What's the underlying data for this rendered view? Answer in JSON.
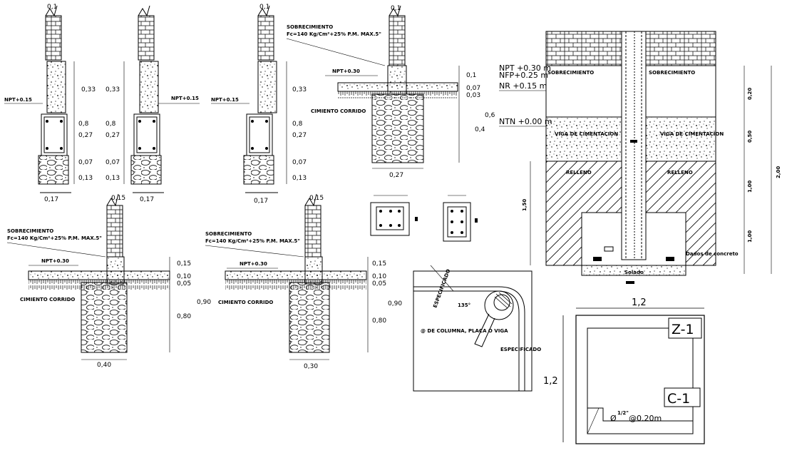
{
  "columns": [
    {
      "top": "0,1",
      "npt": "NPT+0.15",
      "dims": [
        "0,33",
        "0,8",
        "0,27",
        "0,07",
        "0,13"
      ],
      "width": "0,17"
    },
    {
      "top": "",
      "npt": "NPT+0.15",
      "dims": [
        "0,33",
        "0,8",
        "0,27",
        "0,07",
        "0,13"
      ],
      "width": "0,17"
    },
    {
      "top": "0,1",
      "npt": "NPT+0.15",
      "dims": [
        "0,33",
        "0,8",
        "0,27",
        "0,07",
        "0,13"
      ],
      "width": "0,17"
    }
  ],
  "footing_top": {
    "top": "0,1",
    "label": "SOBRECIMIENTO",
    "spec": "Fc=140 Kg/Cm²+25% P.M. MAX.5\"",
    "npt": "NPT+0.30",
    "cimiento": "CIMIENTO CORRIDO",
    "dims": [
      "0,1",
      "0,07",
      "0,03",
      "0,6",
      "0,4"
    ],
    "width": "0,27"
  },
  "footing_left": {
    "top": "0,15",
    "label": "SOBRECIMIENTO",
    "spec": "Fc=140 Kg/Cm²+25% P.M. MAX.5\"",
    "npt": "NPT+0.30",
    "cimiento": "CIMIENTO CORRIDO",
    "dims": [
      "0,15",
      "0,10",
      "0,05",
      "0,90",
      "0,80"
    ],
    "width": "0,40"
  },
  "footing_mid": {
    "top": "0,15",
    "label": "SOBRECIMIENTO",
    "spec": "Fc=140 Kg/Cm²+25% P.M. MAX.5\"",
    "npt": "NPT+0.30",
    "cimiento": "CIMIENTO CORRIDO",
    "dims": [
      "0,15",
      "0,10",
      "0,05",
      "0,90",
      "0,80"
    ],
    "width": "0,30"
  },
  "hook_detail": {
    "label1": "ESPECIFICADO",
    "label2": "ESPECIFICADO",
    "label3": "@ DE COLUMNA, PLACA O VIGA",
    "angle": "135°"
  },
  "section": {
    "levels": [
      "NPT +0.30 m",
      "NFP+0.25 m",
      "NR +0.15 m",
      "NTN +0.00 m"
    ],
    "sobre_left": "SOBRECIMIENTO",
    "sobre_right": "SOBRECIMIENTO",
    "viga_left": "VIGA DE CIMENTACION",
    "viga_right": "VIGA DE CIMENTACION",
    "relleno_left": "RELLENO",
    "relleno_right": "RELLENO",
    "dados": "Dados de concreto",
    "solado": "Solado",
    "right_dims": [
      "0,20",
      "0,50",
      "1,00",
      "1,00",
      "2,00"
    ],
    "left_dim": "1,50"
  },
  "zapata": {
    "width": "1,2",
    "height": "1,2",
    "zlabel": "Z-1",
    "clabel": "C-1",
    "rebar_phi": "Ø",
    "rebar_size": "1/2\"",
    "rebar_spacing": "@0.20m"
  }
}
